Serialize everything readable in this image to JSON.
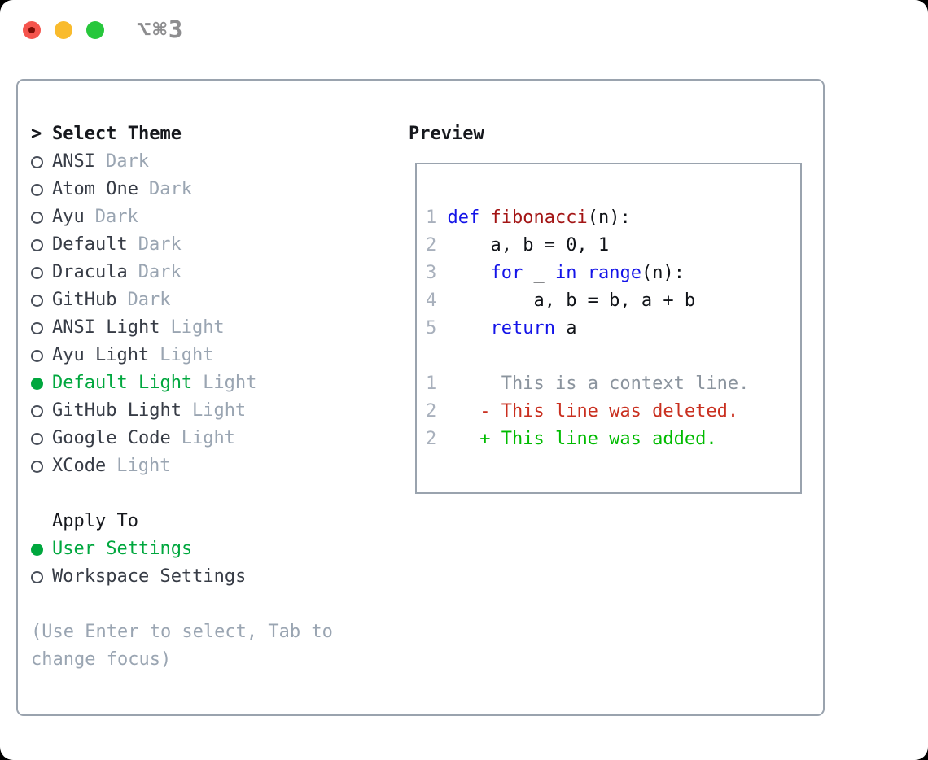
{
  "window": {
    "shortcut_label": "⌥⌘3"
  },
  "colors": {
    "accent_green": "#00a73e",
    "added_green": "#00bb00",
    "deleted_red": "#c92f1f",
    "keyword_blue": "#1414e8",
    "function_red": "#a31515",
    "muted_gray": "#9aa5b2",
    "border_gray": "#9aa3ae"
  },
  "theme_picker": {
    "prompt": ">",
    "header": "Select Theme",
    "themes": [
      {
        "name": "ANSI",
        "variant": "Dark",
        "selected": false
      },
      {
        "name": "Atom One",
        "variant": "Dark",
        "selected": false
      },
      {
        "name": "Ayu",
        "variant": "Dark",
        "selected": false
      },
      {
        "name": "Default",
        "variant": "Dark",
        "selected": false
      },
      {
        "name": "Dracula",
        "variant": "Dark",
        "selected": false
      },
      {
        "name": "GitHub",
        "variant": "Dark",
        "selected": false
      },
      {
        "name": "ANSI Light",
        "variant": "Light",
        "selected": false
      },
      {
        "name": "Ayu Light",
        "variant": "Light",
        "selected": false
      },
      {
        "name": "Default Light",
        "variant": "Light",
        "selected": true
      },
      {
        "name": "GitHub Light",
        "variant": "Light",
        "selected": false
      },
      {
        "name": "Google Code",
        "variant": "Light",
        "selected": false
      },
      {
        "name": "XCode",
        "variant": "Light",
        "selected": false
      }
    ],
    "apply_to": {
      "header": "Apply To",
      "options": [
        {
          "name": "User Settings",
          "selected": true
        },
        {
          "name": "Workspace Settings",
          "selected": false
        }
      ]
    },
    "help_lines": [
      "(Use Enter to select, Tab to",
      "change focus)"
    ]
  },
  "preview": {
    "header": "Preview",
    "code_lines": [
      [
        {
          "c": "num",
          "t": "1"
        },
        {
          "c": "plain",
          "t": " "
        },
        {
          "c": "kw",
          "t": "def"
        },
        {
          "c": "plain",
          "t": " "
        },
        {
          "c": "fn",
          "t": "fibonacci"
        },
        {
          "c": "plain",
          "t": "(n):"
        }
      ],
      [
        {
          "c": "num",
          "t": "2"
        },
        {
          "c": "plain",
          "t": "     a, b = 0, 1"
        }
      ],
      [
        {
          "c": "num",
          "t": "3"
        },
        {
          "c": "plain",
          "t": "     "
        },
        {
          "c": "kw",
          "t": "for"
        },
        {
          "c": "plain",
          "t": " _ "
        },
        {
          "c": "kw",
          "t": "in"
        },
        {
          "c": "plain",
          "t": " "
        },
        {
          "c": "kw",
          "t": "range"
        },
        {
          "c": "plain",
          "t": "(n):"
        }
      ],
      [
        {
          "c": "num",
          "t": "4"
        },
        {
          "c": "plain",
          "t": "         a, b = b, a + b"
        }
      ],
      [
        {
          "c": "num",
          "t": "5"
        },
        {
          "c": "plain",
          "t": "     "
        },
        {
          "c": "kw",
          "t": "return"
        },
        {
          "c": "plain",
          "t": " a"
        }
      ],
      [],
      [
        {
          "c": "num",
          "t": "1"
        },
        {
          "c": "plain",
          "t": "      "
        },
        {
          "c": "ctx",
          "t": "This is a context line."
        }
      ],
      [
        {
          "c": "num",
          "t": "2"
        },
        {
          "c": "plain",
          "t": "    "
        },
        {
          "c": "del",
          "t": "- This line was deleted."
        }
      ],
      [
        {
          "c": "num",
          "t": "2"
        },
        {
          "c": "plain",
          "t": "    "
        },
        {
          "c": "add",
          "t": "+ This line was added."
        }
      ]
    ]
  }
}
